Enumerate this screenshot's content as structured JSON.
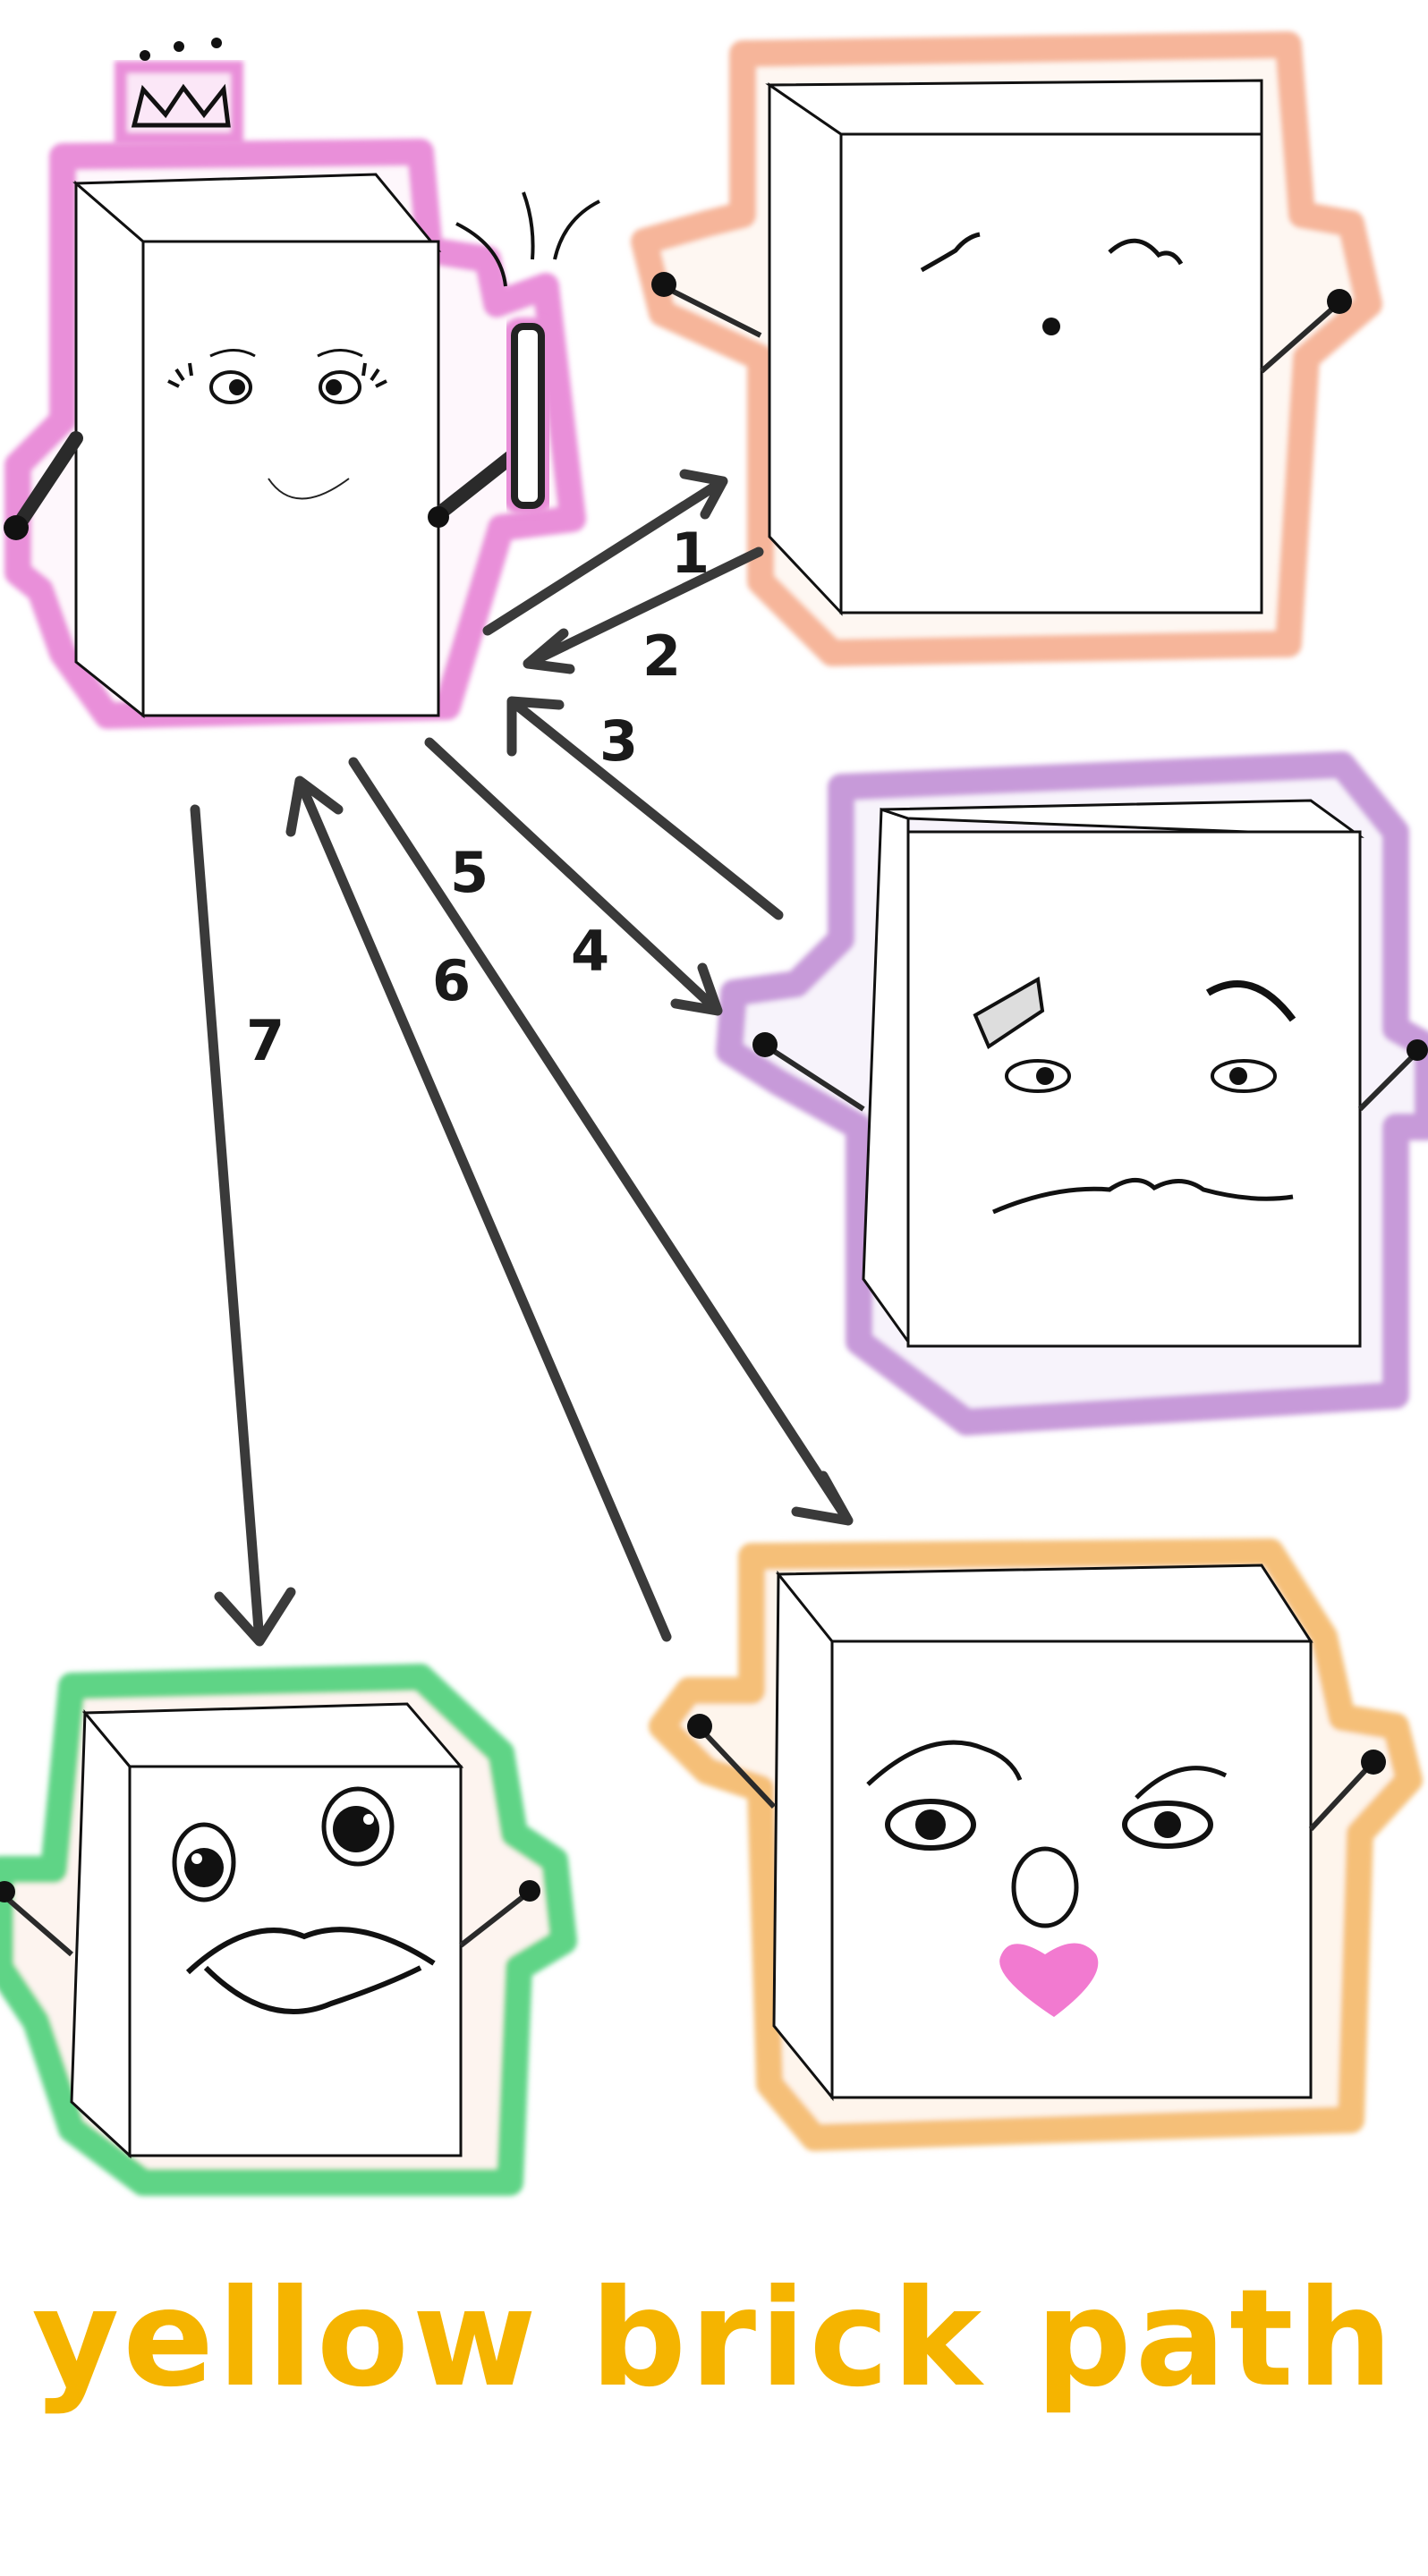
{
  "diagram": {
    "title": "yellow brick path",
    "title_color": "#f5b400",
    "characters": [
      {
        "id": "queen",
        "outline_color": "#e98fd9",
        "crown": true,
        "phone": true
      },
      {
        "id": "orange",
        "outline_color": "#f6b59a"
      },
      {
        "id": "purple",
        "outline_color": "#c79ad9"
      },
      {
        "id": "green",
        "outline_color": "#5ed486"
      },
      {
        "id": "amber",
        "outline_color": "#f5bf78",
        "heart_color": "#f27ad0"
      }
    ],
    "steps": [
      {
        "label": "1",
        "from": "queen",
        "to": "orange"
      },
      {
        "label": "2",
        "from": "orange",
        "to": "queen"
      },
      {
        "label": "3",
        "from": "purple",
        "to": "queen"
      },
      {
        "label": "4",
        "from": "queen",
        "to": "purple"
      },
      {
        "label": "5",
        "from": "queen",
        "to": "amber"
      },
      {
        "label": "6",
        "from": "amber",
        "to": "queen"
      },
      {
        "label": "7",
        "from": "queen",
        "to": "green"
      }
    ]
  }
}
